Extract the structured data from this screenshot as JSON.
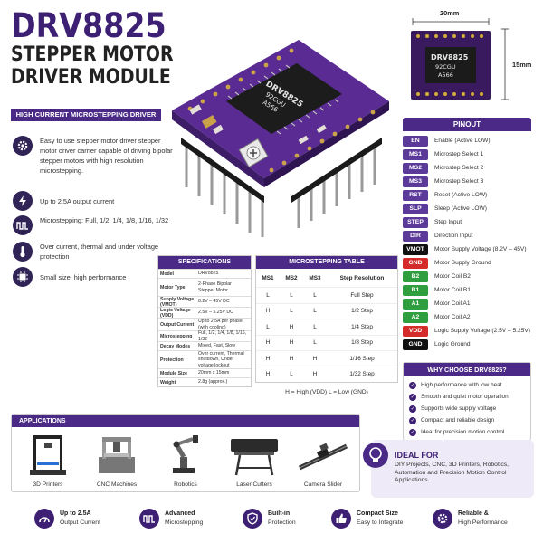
{
  "header": {
    "line1": "DRV8825",
    "line2": "STEPPER MOTOR",
    "line3": "DRIVER MODULE",
    "banner": "HIGH CURRENT MICROSTEPPING DRIVER"
  },
  "features": [
    {
      "icon": "gear-icon",
      "text": "Easy to use stepper motor driver stepper motor driver carrier capable of driving bipolar stepper motors with high resolution microstepping."
    },
    {
      "icon": "lightning-icon",
      "text": "Up to 2.5A output current"
    },
    {
      "icon": "waveform-icon",
      "text": "Microstepping: Full, 1/2, 1/4, 1/8, 1/16, 1/32"
    },
    {
      "icon": "thermometer-icon",
      "text": "Over current, thermal and under voltage protection"
    },
    {
      "icon": "chip-icon",
      "text": "Small size, high performance"
    }
  ],
  "board": {
    "chip_text": "DRV8825",
    "chip_code": "92CGU",
    "chip_code2": "A566"
  },
  "dimensions": {
    "width": "20mm",
    "height": "15mm",
    "chip_text": "DRV8825",
    "chip_code": "92CGU",
    "chip_code2": "A566"
  },
  "pinout": {
    "title": "PINOUT",
    "rows": [
      {
        "pin": "EN",
        "desc": "Enable (Active LOW)",
        "color": "#5b3a9a"
      },
      {
        "pin": "MS1",
        "desc": "Microstep Select 1",
        "color": "#5b3a9a"
      },
      {
        "pin": "MS2",
        "desc": "Microstep Select 2",
        "color": "#5b3a9a"
      },
      {
        "pin": "MS3",
        "desc": "Microstep Select 3",
        "color": "#5b3a9a"
      },
      {
        "pin": "RST",
        "desc": "Reset (Active LOW)",
        "color": "#5b3a9a"
      },
      {
        "pin": "SLP",
        "desc": "Sleep (Active LOW)",
        "color": "#5b3a9a"
      },
      {
        "pin": "STEP",
        "desc": "Step Input",
        "color": "#5b3a9a"
      },
      {
        "pin": "DIR",
        "desc": "Direction Input",
        "color": "#5b3a9a"
      },
      {
        "pin": "VMOT",
        "desc": "Motor Supply Voltage (8.2V – 45V)",
        "color": "#111111"
      },
      {
        "pin": "GND",
        "desc": "Motor Supply Ground",
        "color": "#d42b2b"
      },
      {
        "pin": "B2",
        "desc": "Motor Coil B2",
        "color": "#2e9e3e"
      },
      {
        "pin": "B1",
        "desc": "Motor Coil B1",
        "color": "#2e9e3e"
      },
      {
        "pin": "A1",
        "desc": "Motor Coil A1",
        "color": "#2e9e3e"
      },
      {
        "pin": "A2",
        "desc": "Motor Coil A2",
        "color": "#2e9e3e"
      },
      {
        "pin": "VDD",
        "desc": "Logic Supply Voltage (2.5V – 5.25V)",
        "color": "#d42b2b"
      },
      {
        "pin": "GND",
        "desc": "Logic Ground",
        "color": "#111111"
      }
    ]
  },
  "specifications": {
    "title": "SPECIFICATIONS",
    "rows": [
      {
        "k": "Model",
        "v": "DRV8825"
      },
      {
        "k": "Motor Type",
        "v": "2-Phase Bipolar Stepper Motor"
      },
      {
        "k": "Supply Voltage (VMOT)",
        "v": "8.2V – 45V DC"
      },
      {
        "k": "Logic Voltage (VDD)",
        "v": "2.5V – 5.25V DC"
      },
      {
        "k": "Output Current",
        "v": "Up to 2.5A per phase (with cooling)"
      },
      {
        "k": "Microstepping",
        "v": "Full, 1/2, 1/4, 1/8, 1/16, 1/32"
      },
      {
        "k": "Decay Modes",
        "v": "Mixed, Fast, Slow"
      },
      {
        "k": "Protection",
        "v": "Over current, Thermal shutdown, Under voltage lockout"
      },
      {
        "k": "Module Size",
        "v": "20mm x 15mm"
      },
      {
        "k": "Weight",
        "v": "2.8g (approx.)"
      }
    ]
  },
  "microstepping": {
    "title": "MICROSTEPPING TABLE",
    "headers": [
      "MS1",
      "MS2",
      "MS3",
      "Step Resolution"
    ],
    "rows": [
      [
        "L",
        "L",
        "L",
        "Full Step"
      ],
      [
        "H",
        "L",
        "L",
        "1/2 Step"
      ],
      [
        "L",
        "H",
        "L",
        "1/4 Step"
      ],
      [
        "H",
        "H",
        "L",
        "1/8 Step"
      ],
      [
        "H",
        "H",
        "H",
        "1/16 Step"
      ],
      [
        "H",
        "L",
        "H",
        "1/32 Step"
      ]
    ],
    "legend": "H = High (VDD)     L = Low (GND)"
  },
  "why": {
    "title": "WHY CHOOSE DRV8825?",
    "items": [
      "High performance with low heat",
      "Smooth and quiet motor operation",
      "Supports wide supply voltage",
      "Compact and reliable design",
      "Ideal for precision motion control"
    ]
  },
  "applications": {
    "title": "APPLICATIONS",
    "items": [
      {
        "icon": "3d-printer-icon",
        "label": "3D Printers"
      },
      {
        "icon": "cnc-machine-icon",
        "label": "CNC Machines"
      },
      {
        "icon": "robot-arm-icon",
        "label": "Robotics"
      },
      {
        "icon": "laser-cutter-icon",
        "label": "Laser Cutters"
      },
      {
        "icon": "camera-slider-icon",
        "label": "Camera Slider"
      }
    ]
  },
  "ideal": {
    "icon": "lightbulb-icon",
    "title": "IDEAL FOR",
    "text": "DIY Projects, CNC, 3D Printers, Robotics, Automation and Precision Motion Control Applications."
  },
  "bottom": [
    {
      "icon": "speedometer-icon",
      "title": "Up to 2.5A",
      "sub": "Output Current"
    },
    {
      "icon": "waveform-icon",
      "title": "Advanced",
      "sub": "Microstepping"
    },
    {
      "icon": "shield-icon",
      "title": "Built-in",
      "sub": "Protection"
    },
    {
      "icon": "thumbs-up-icon",
      "title": "Compact Size",
      "sub": "Easy to Integrate"
    },
    {
      "icon": "gear-icon",
      "title": "Reliable &",
      "sub": "High Performance"
    }
  ]
}
